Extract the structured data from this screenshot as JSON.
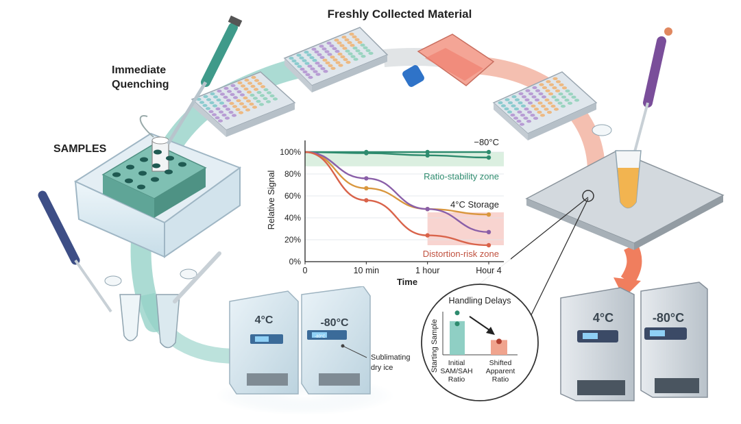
{
  "header": {
    "title": "Freshly Collected Material"
  },
  "labels": {
    "quench_line1": "Immediate",
    "quench_line2": "Quenching",
    "samples": "SAMPLES",
    "dry_ice_line1": "Sublimating",
    "dry_ice_line2": "dry ice"
  },
  "freezers_left": {
    "f4_label": "4°C",
    "f80_label": "-80°C",
    "display_label": "-80°C"
  },
  "freezers_right": {
    "f4_label": "4°C",
    "f80_label": "-80°C"
  },
  "inset": {
    "title": "Handling Delays",
    "ylabel": "Starting Sample",
    "bar1_line1": "Initial",
    "bar1_line2": "SAM/SAH",
    "bar1_line3": "Ratio",
    "bar2_line1": "Shifted",
    "bar2_line2": "Apparent",
    "bar2_line3": "Ratio",
    "bar1_value": 0.82,
    "bar2_value": 0.36
  },
  "colors": {
    "teal_arc": "#8fcfc4",
    "salmon_arc": "#f0a48e",
    "green_line": "#2e8b6e",
    "orange_line": "#d9973e",
    "purple_line": "#8a5fa8",
    "red_line": "#d9634a"
  },
  "chart_data": {
    "type": "line",
    "xlabel": "Time",
    "ylabel": "Relative Signal",
    "x_ticks": [
      "0",
      "10 min",
      "1 hour",
      "Hour 4"
    ],
    "y_ticks": [
      "0%",
      "20%",
      "40%",
      "60%",
      "80%",
      "100%"
    ],
    "ylim": [
      0,
      100
    ],
    "bands": [
      {
        "label": "Ratio-stability zone",
        "from": 87,
        "to": 100,
        "color": "#cfe9d6"
      },
      {
        "label": "Distortion-risk zone",
        "from": 15,
        "to": 45,
        "color": "#f5c6c0"
      }
    ],
    "annotations": [
      "−80°C",
      "4°C Storage"
    ],
    "series": [
      {
        "color": "#2e8b6e",
        "x": [
          0,
          1,
          2,
          3
        ],
        "y": [
          100,
          100,
          100,
          100
        ]
      },
      {
        "color": "#2e8b6e",
        "x": [
          0,
          1,
          2,
          3
        ],
        "y": [
          100,
          99,
          97,
          95
        ]
      },
      {
        "color": "#d9973e",
        "x": [
          0,
          1,
          2,
          3
        ],
        "y": [
          100,
          67,
          48,
          43
        ]
      },
      {
        "color": "#8a5fa8",
        "x": [
          0,
          1,
          2,
          3
        ],
        "y": [
          100,
          76,
          48,
          27
        ]
      },
      {
        "color": "#d9634a",
        "x": [
          0,
          1,
          2,
          3
        ],
        "y": [
          100,
          56,
          24,
          15
        ]
      }
    ]
  }
}
